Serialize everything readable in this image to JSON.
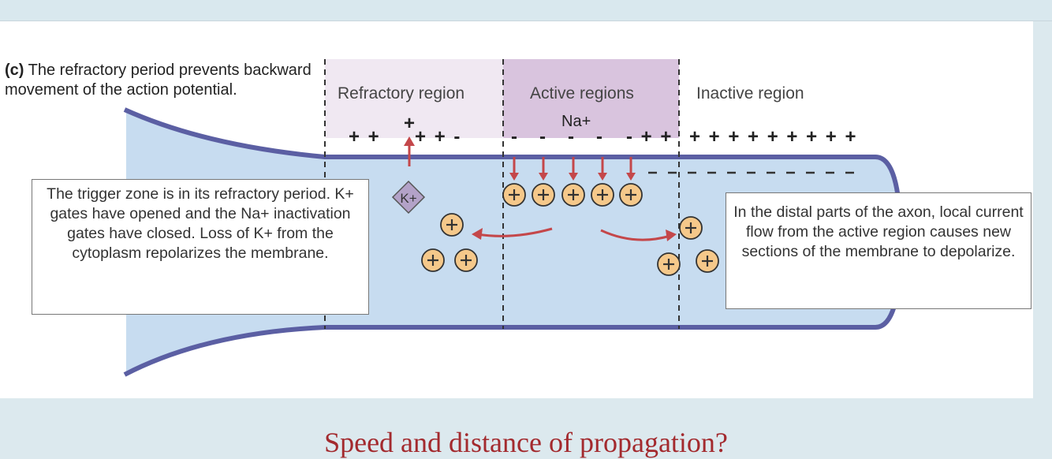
{
  "caption": {
    "prefix": "(c)",
    "text": "The refractory period prevents backward movement of the action potential."
  },
  "regions": {
    "refractory": "Refractory region",
    "active": "Active regions",
    "inactive": "Inactive region"
  },
  "ions": {
    "na": "Na+",
    "k": "K+",
    "plus_sign": "+"
  },
  "notes": {
    "left": "The trigger zone is in its refractory period. K+ gates have opened and the Na+ inactivation gates have closed. Loss of K+ from the cytoplasm repolarizes the membrane.",
    "right": "In the distal parts of the axon, local current flow from the active region causes new sections of the membrane to depolarize."
  },
  "membrane_charges": {
    "refractory_top": "+ +     + + -",
    "active_top": "-   -   -   -",
    "transition_top": "- + +",
    "inactive_top": "+ + + + + + + + +",
    "inactive_inner": "-  -   -   -   -   -   -   -   -"
  },
  "footer_title": "Speed and distance of propagation?",
  "colors": {
    "axon_fill": "#c7dcf0",
    "membrane": "#5b5fa3",
    "refractory_band": "#f0e8f2",
    "active_band": "#d9c4de",
    "arrow": "#c4474a",
    "ion_fill": "#f5c88a",
    "title": "#a32a2e"
  }
}
